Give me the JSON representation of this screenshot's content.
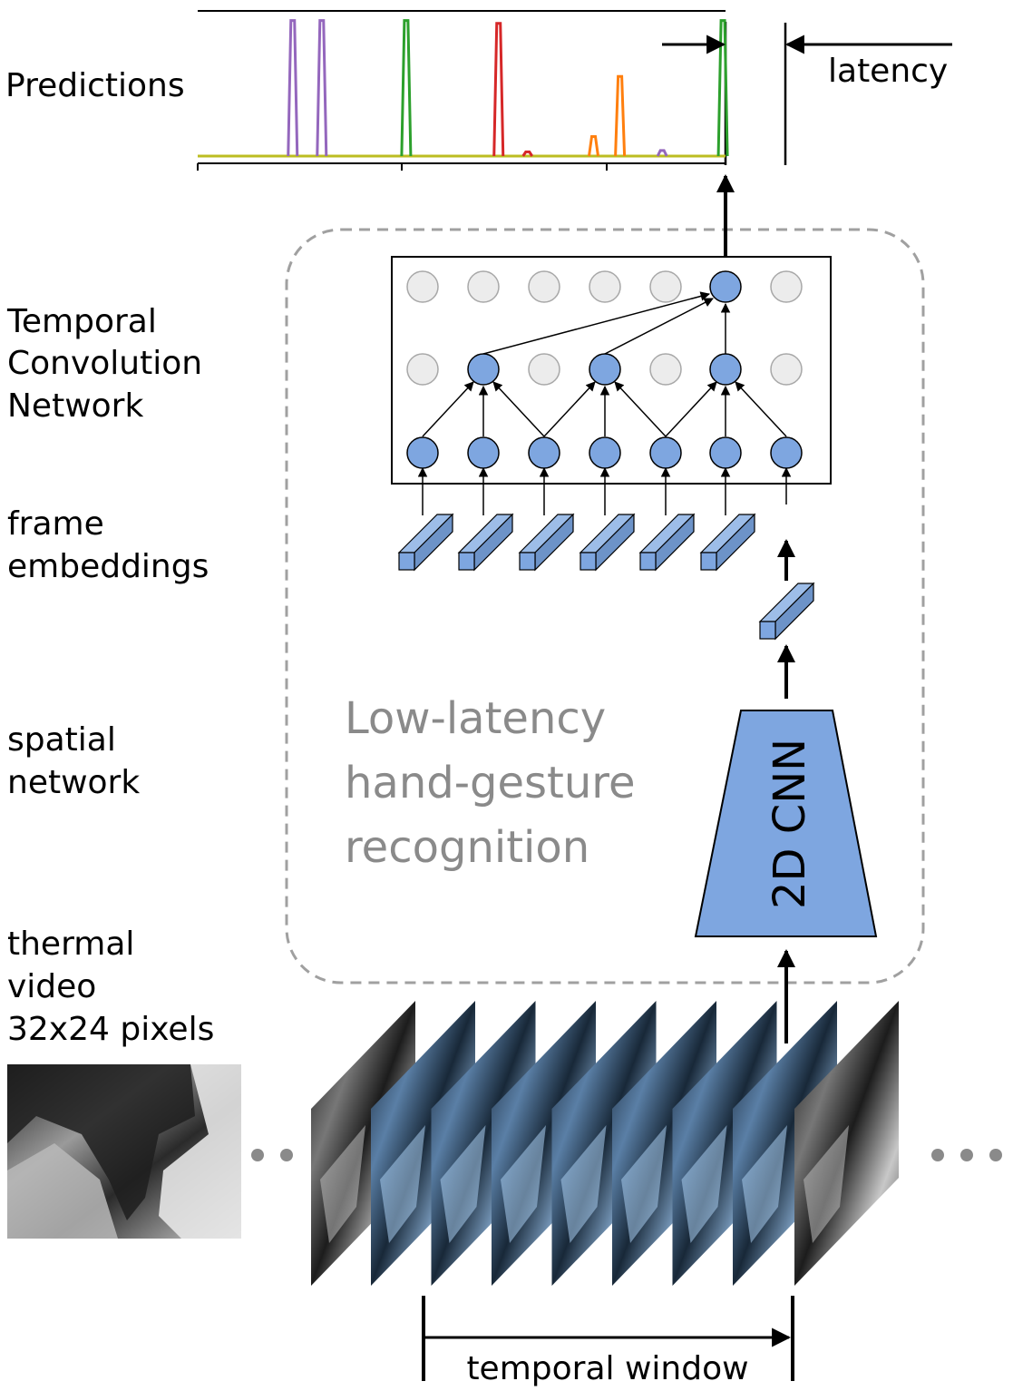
{
  "labels": {
    "predictions": "Predictions",
    "latency": "latency",
    "tcn_line1": "Temporal",
    "tcn_line2": "Convolution",
    "tcn_line3": "Network",
    "frame_line1": "frame",
    "frame_line2": "embeddings",
    "spatial_line1": "spatial",
    "spatial_line2": "network",
    "thermal_line1": "thermal",
    "thermal_line2": "video",
    "thermal_line3": "32x24 pixels",
    "temporal_window": "temporal window"
  },
  "panel_title": {
    "line1": "Low-latency",
    "line2": "hand-gesture",
    "line3": "recognition"
  },
  "cnn_label": "2D CNN",
  "colors": {
    "node_active": "#7ea6e0",
    "node_inactive": "#ececec",
    "cnn_fill": "#7ea6e0",
    "frame_tint": "#a9cdf0",
    "dashed_border": "#a0a0a0",
    "purple": "#9467bd",
    "green": "#2ca02c",
    "red": "#d62728",
    "orange": "#ff7f0e",
    "baseline": "#bcbd22"
  },
  "tcn": {
    "layer_top_active": [
      false,
      false,
      false,
      false,
      false,
      true,
      false
    ],
    "layer_mid_active": [
      false,
      true,
      false,
      true,
      false,
      true,
      false
    ],
    "layer_bottom_active": [
      true,
      true,
      true,
      true,
      true,
      true,
      true
    ]
  },
  "predictions_chart": {
    "peaks": [
      {
        "color": "purple",
        "position": 0.18,
        "height": 0.97
      },
      {
        "color": "purple",
        "position": 0.235,
        "height": 0.97
      },
      {
        "color": "green",
        "position": 0.395,
        "height": 0.97
      },
      {
        "color": "red",
        "position": 0.57,
        "height": 0.95
      },
      {
        "color": "red",
        "position": 0.625,
        "height": 0.03
      },
      {
        "color": "orange",
        "position": 0.75,
        "height": 0.14
      },
      {
        "color": "orange",
        "position": 0.8,
        "height": 0.57
      },
      {
        "color": "purple",
        "position": 0.88,
        "height": 0.04
      },
      {
        "color": "green",
        "position": 0.995,
        "height": 0.97
      }
    ]
  }
}
